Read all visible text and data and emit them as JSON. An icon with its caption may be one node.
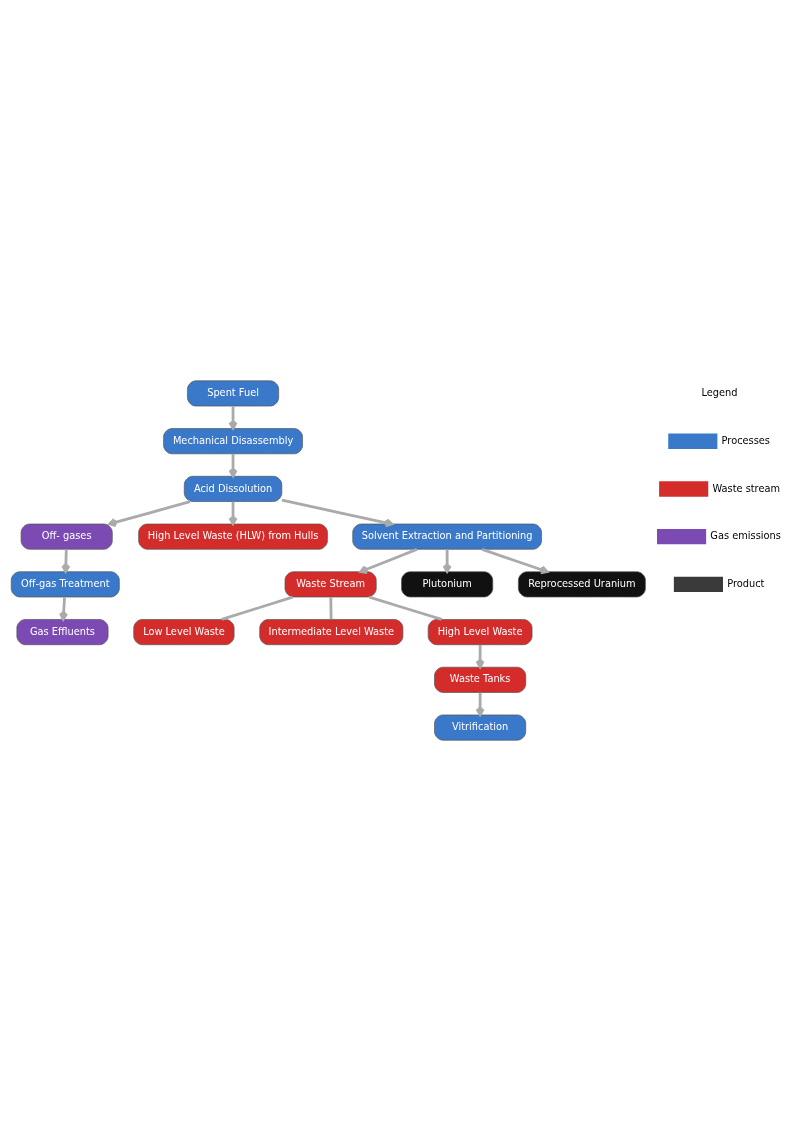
{
  "diagram": {
    "nodes": [
      {
        "text": [
          "Spent Fuel"
        ]
      },
      {
        "text": [
          "Gas Effluents"
        ]
      },
      {
        "text": [
          "Mechanical Disassembly"
        ]
      },
      {
        "text": [
          "Off-gas Treatment"
        ]
      },
      {
        "text": [
          "Off- gases"
        ]
      },
      {
        "text": [
          "Acid Dissolution"
        ]
      },
      {
        "text": [
          "High Level Waste (HLW) from Hulls"
        ]
      },
      {
        "text": [
          "Solvent Extraction and Partitioning"
        ]
      },
      {
        "text": [
          "Waste Stream"
        ]
      },
      {
        "text": [
          "Low Level Waste"
        ]
      },
      {
        "text": [
          "Intermediate Level Waste"
        ]
      },
      {
        "text": [
          "Plutonium"
        ]
      },
      {
        "text": [
          "Reprocessed Uranium"
        ]
      },
      {
        "text": [
          "High Level Waste"
        ]
      },
      {
        "text": [
          "Vitrification"
        ]
      },
      {
        "text": [
          "Waste Tanks"
        ]
      }
    ],
    "edges": [
      {
        "from": 0,
        "to": 2,
        "arrow": "to"
      },
      {
        "from": 2,
        "to": 5,
        "arrow": "to"
      },
      {
        "from": 5,
        "to": 4,
        "arrow": "to"
      },
      {
        "from": 4,
        "to": 3,
        "arrow": "to"
      },
      {
        "from": 3,
        "to": 1,
        "arrow": "to"
      },
      {
        "from": 5,
        "to": 6,
        "arrow": "to"
      },
      {
        "from": 5,
        "to": 7,
        "arrow": "to"
      },
      {
        "from": 7,
        "to": 8,
        "arrow": "to"
      },
      {
        "from": 7,
        "to": 11,
        "arrow": "to"
      },
      {
        "from": 7,
        "to": 12,
        "arrow": "to"
      },
      {
        "from": 8,
        "to": 9,
        "arrow": "none"
      },
      {
        "from": 8,
        "to": 10,
        "arrow": "none"
      },
      {
        "from": 8,
        "to": 13,
        "arrow": "none"
      },
      {
        "from": 13,
        "to": 15,
        "arrow": "to"
      },
      {
        "from": 15,
        "to": 14,
        "arrow": "to"
      }
    ],
    "labels": [
      "Legend"
    ],
    "legend": [
      {
        "text": "Processes",
        "color": "#3a78c9"
      },
      {
        "text": "Waste stream",
        "color": "#d42b2b"
      },
      {
        "text": "Gas emissions",
        "color": "#7b4bb3"
      },
      {
        "text": "Product",
        "color": "#3a3a3a"
      }
    ]
  }
}
